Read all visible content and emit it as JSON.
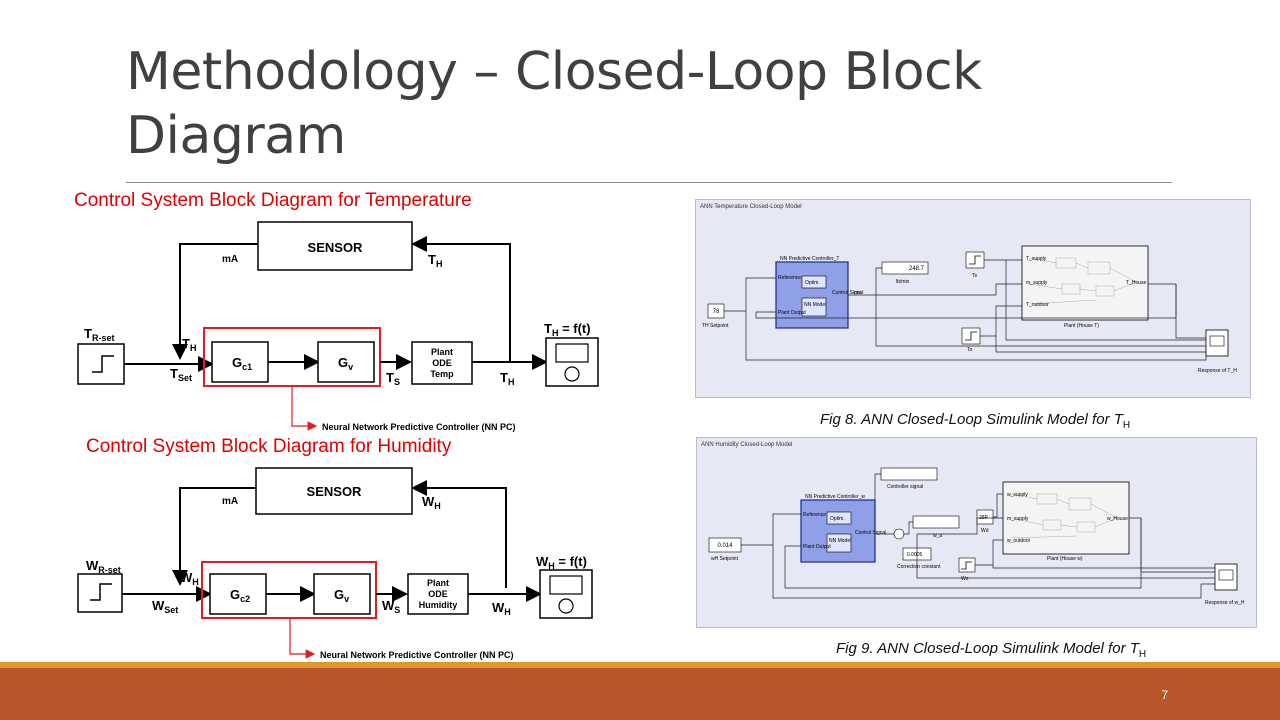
{
  "slide": {
    "title": "Methodology – Closed-Loop Block Diagram",
    "page_number": "7"
  },
  "temp_diagram": {
    "heading": "Control System Block Diagram for Temperature",
    "sensor": "SENSOR",
    "ma": "mA",
    "feedback_label": "T",
    "feedback_sub": "H",
    "input_label": "T",
    "input_sub": "R-set",
    "output_label": "T",
    "output_sub": "H",
    "output_suffix": " = f(t)",
    "set_label": "T",
    "set_sub": "Set",
    "th_label": "T",
    "th_sub": "H",
    "gc_label": "G",
    "gc_sub": "c1",
    "gv_label": "G",
    "gv_sub": "v",
    "ts_label": "T",
    "ts_sub": "S",
    "th2_label": "T",
    "th2_sub": "H",
    "plant_line1": "Plant",
    "plant_line2": "ODE",
    "plant_line3": "Temp",
    "nn_label": "Neural Network Predictive Controller (NN PC)"
  },
  "hum_diagram": {
    "heading": "Control System Block Diagram for Humidity",
    "sensor": "SENSOR",
    "ma": "mA",
    "feedback_label": "W",
    "feedback_sub": "H",
    "input_label": "W",
    "input_sub": "R-set",
    "output_label": "W",
    "output_sub": "H",
    "output_suffix": " = f(t)",
    "set_label": "W",
    "set_sub": "Set",
    "th_label": "W",
    "th_sub": "H",
    "gc_label": "G",
    "gc_sub": "c2",
    "gv_label": "G",
    "gv_sub": "v",
    "ts_label": "W",
    "ts_sub": "S",
    "th2_label": "W",
    "th2_sub": "H",
    "plant_line1": "Plant",
    "plant_line2": "ODE",
    "plant_line3": "Humidity",
    "nn_label": "Neural Network Predictive Controller (NN PC)"
  },
  "sim_temp": {
    "title": "ANN Temperature Closed-Loop Model",
    "controller": "NN Predictive Controller_T",
    "reference": "Reference",
    "optim": "Optim.",
    "nn_model": "NN Model",
    "plant_output": "Plant Output",
    "control_signal": "Control Signal",
    "ms": "ms",
    "display_value": "248.7",
    "display_unit": "lb/min",
    "setpoint_value": "78",
    "setpoint_label": "TH Setpoint",
    "ts": "Ts",
    "to": "To",
    "t_supply": "T_supply",
    "m_supply": "m_supply",
    "t_outdoor": "T_outdoor",
    "t_house": "T_House",
    "plant": "Plant (House T)",
    "scope": "Response of T_H",
    "caption": "Fig 8. ANN Closed-Loop Simulink Model for T",
    "caption_sub": "H"
  },
  "sim_hum": {
    "title": "ANN Humidity Closed-Loop Model",
    "controller": "NN Predictive Controller_w",
    "controller_signal": "Controller signal",
    "reference": "Reference",
    "optim": "Optim.",
    "nn_model": "NN Model",
    "plant_output": "Plant Output",
    "control_signal": "Control Signal",
    "setpoint_value": "0.014",
    "setpoint_label": "wH Setpoint",
    "wa_label": "w_a",
    "const_value": "0.0005",
    "const_label": "Correction constant",
    "ws_value": "28P",
    "ws_label": "Wd",
    "wo_label": "Wo",
    "w_supply": "w_supply",
    "m_supply": "m_supply",
    "w_outdoor": "w_outdoor",
    "w_house": "w_House",
    "plant": "Plant (House w)",
    "scope": "Response of w_H",
    "caption": "Fig 9.  ANN Closed-Loop Simulink Model for T",
    "caption_sub": "H"
  },
  "colors": {
    "heading_red": "#e00000",
    "nn_box_red": "#e31b1b",
    "footer_orange": "#b9562a",
    "footer_band": "#e0962a",
    "sim_background": "#e6e8f6",
    "controller_blue": "#8fa0e8"
  }
}
